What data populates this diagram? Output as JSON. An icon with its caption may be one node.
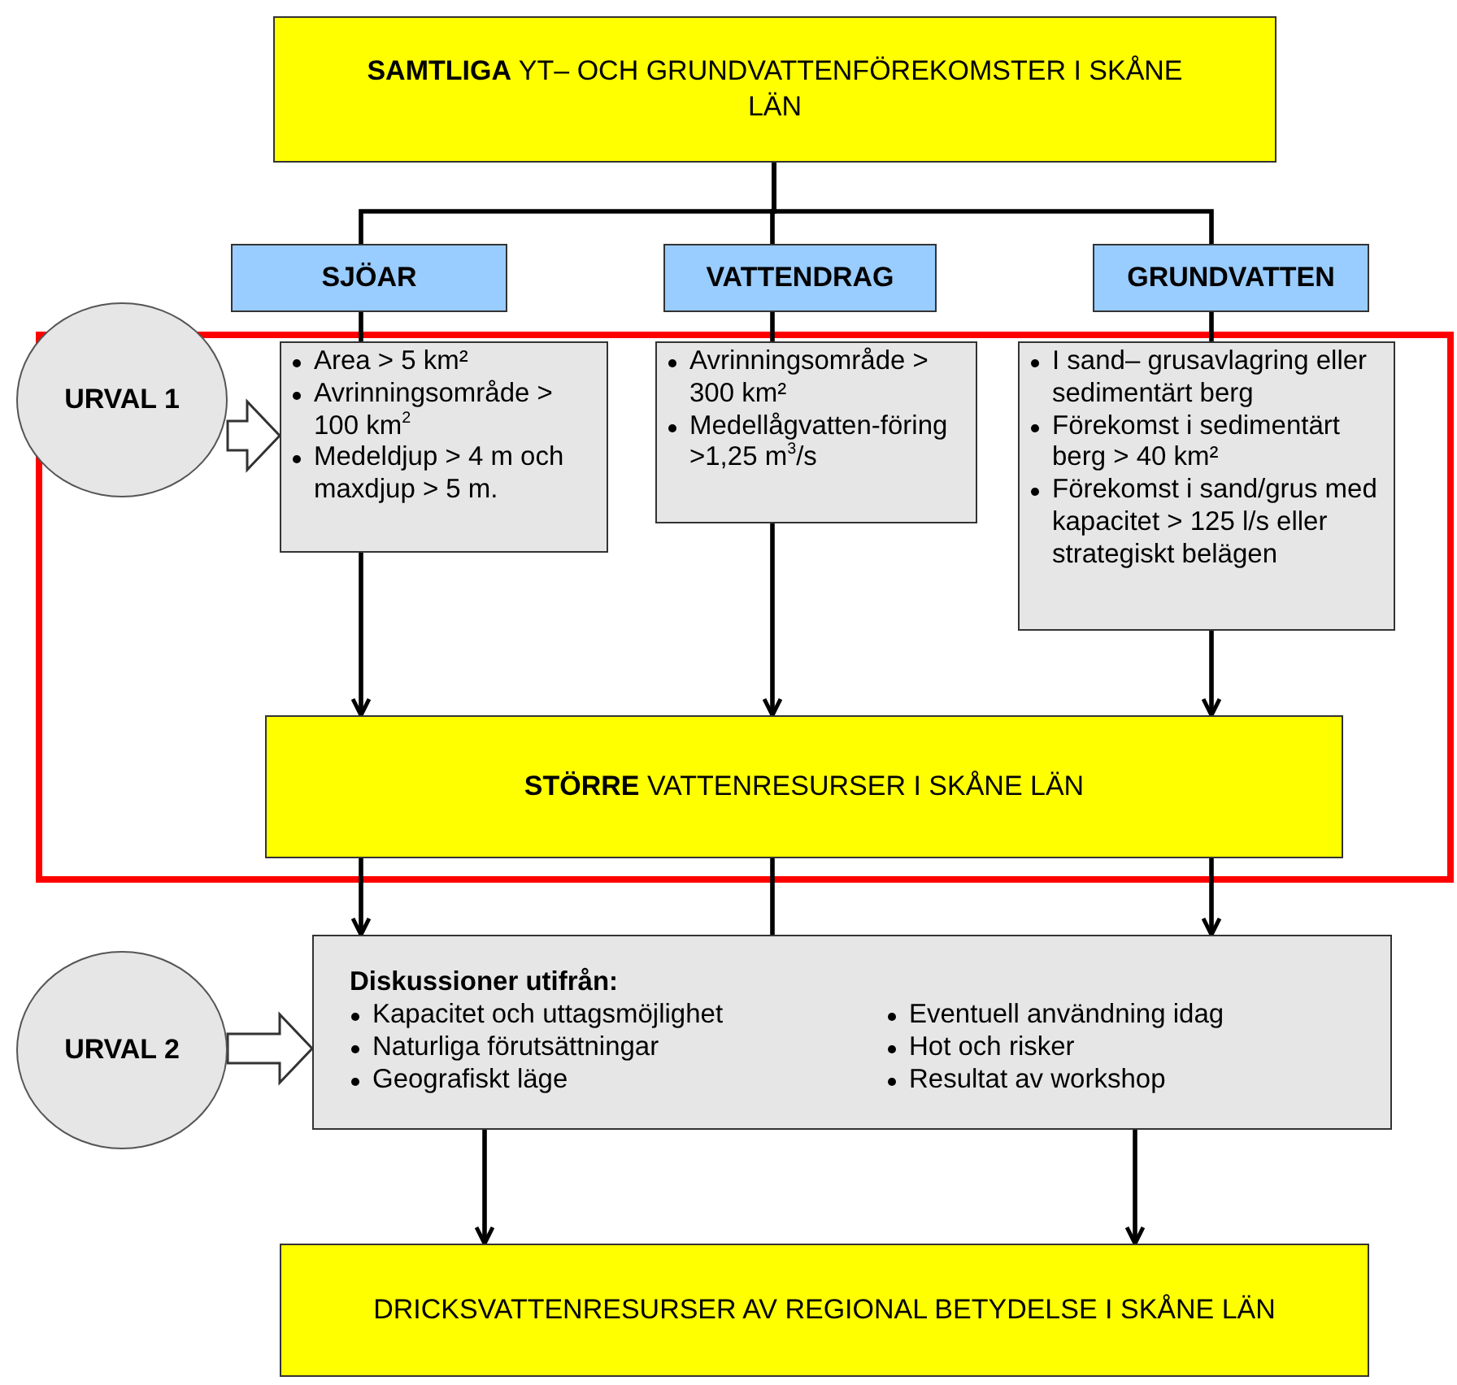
{
  "diagram": {
    "nodes": [
      {
        "text": [
          "**SAMTLIGA** YT– OCH GRUNDVATTENFÖREKOMSTER I SKÅNE LÄN"
        ]
      },
      {
        "text": [
          "SJÖAR"
        ]
      },
      {
        "text": [
          "VATTENDRAG"
        ]
      },
      {
        "text": [
          "GRUNDVATTEN"
        ]
      },
      {
        "text": [
          "URVAL 1"
        ]
      },
      {
        "text": [
          "Area > 5 km²",
          "Avrinningsområde > 100 km$^{2}$",
          "Medeldjup > 4 m och maxdjup > 5 m."
        ]
      },
      {
        "text": [
          "Avrinningsområde > 300 km²",
          "Medellågvatten-föring >1,25 m$^{3}$/s"
        ]
      },
      {
        "text": [
          "I sand– grusavlagring eller sedimentärt berg",
          "Förekomst i sedimentärt berg > 40 km²",
          "Förekomst i sand/grus med kapacitet > 125 l/s eller strategiskt belägen"
        ]
      },
      {
        "text": [
          "**STÖRRE** VATTENRESURSER I SKÅNE LÄN"
        ]
      },
      {
        "text": [
          "URVAL 2"
        ]
      },
      {
        "text": [
          "Diskussioner utifrån:",
          "Kapacitet och uttagsmöjlighet",
          "Naturliga förutsättningar",
          "Geografiskt läge",
          "Eventuell användning idag",
          "Hot och risker",
          "Resultat av workshop"
        ]
      },
      {
        "text": [
          "DRICKSVATTENRESURSER AV REGIONAL BETYDELSE I SKÅNE LÄN"
        ]
      }
    ],
    "edges": [
      {
        "from": 0,
        "to": 1,
        "arrow": "none"
      },
      {
        "from": 0,
        "to": 2,
        "arrow": "none"
      },
      {
        "from": 0,
        "to": 3,
        "arrow": "none"
      },
      {
        "from": 1,
        "to": 5,
        "arrow": "none"
      },
      {
        "from": 2,
        "to": 6,
        "arrow": "none"
      },
      {
        "from": 3,
        "to": 7,
        "arrow": "none"
      },
      {
        "from": 5,
        "to": 8,
        "arrow": "to"
      },
      {
        "from": 6,
        "to": 8,
        "arrow": "to"
      },
      {
        "from": 7,
        "to": 8,
        "arrow": "to"
      },
      {
        "from": 8,
        "to": 10,
        "arrow": "to"
      },
      {
        "from": 8,
        "to": 10,
        "arrow": "none"
      },
      {
        "from": 8,
        "to": 10,
        "arrow": "to"
      },
      {
        "from": 10,
        "to": 11,
        "arrow": "to"
      },
      {
        "from": 10,
        "to": 11,
        "arrow": "to"
      },
      {
        "from": 4,
        "to": 5,
        "arrow": "to",
        "style": "thick"
      },
      {
        "from": 9,
        "to": 10,
        "arrow": "to",
        "style": "thick"
      }
    ]
  }
}
